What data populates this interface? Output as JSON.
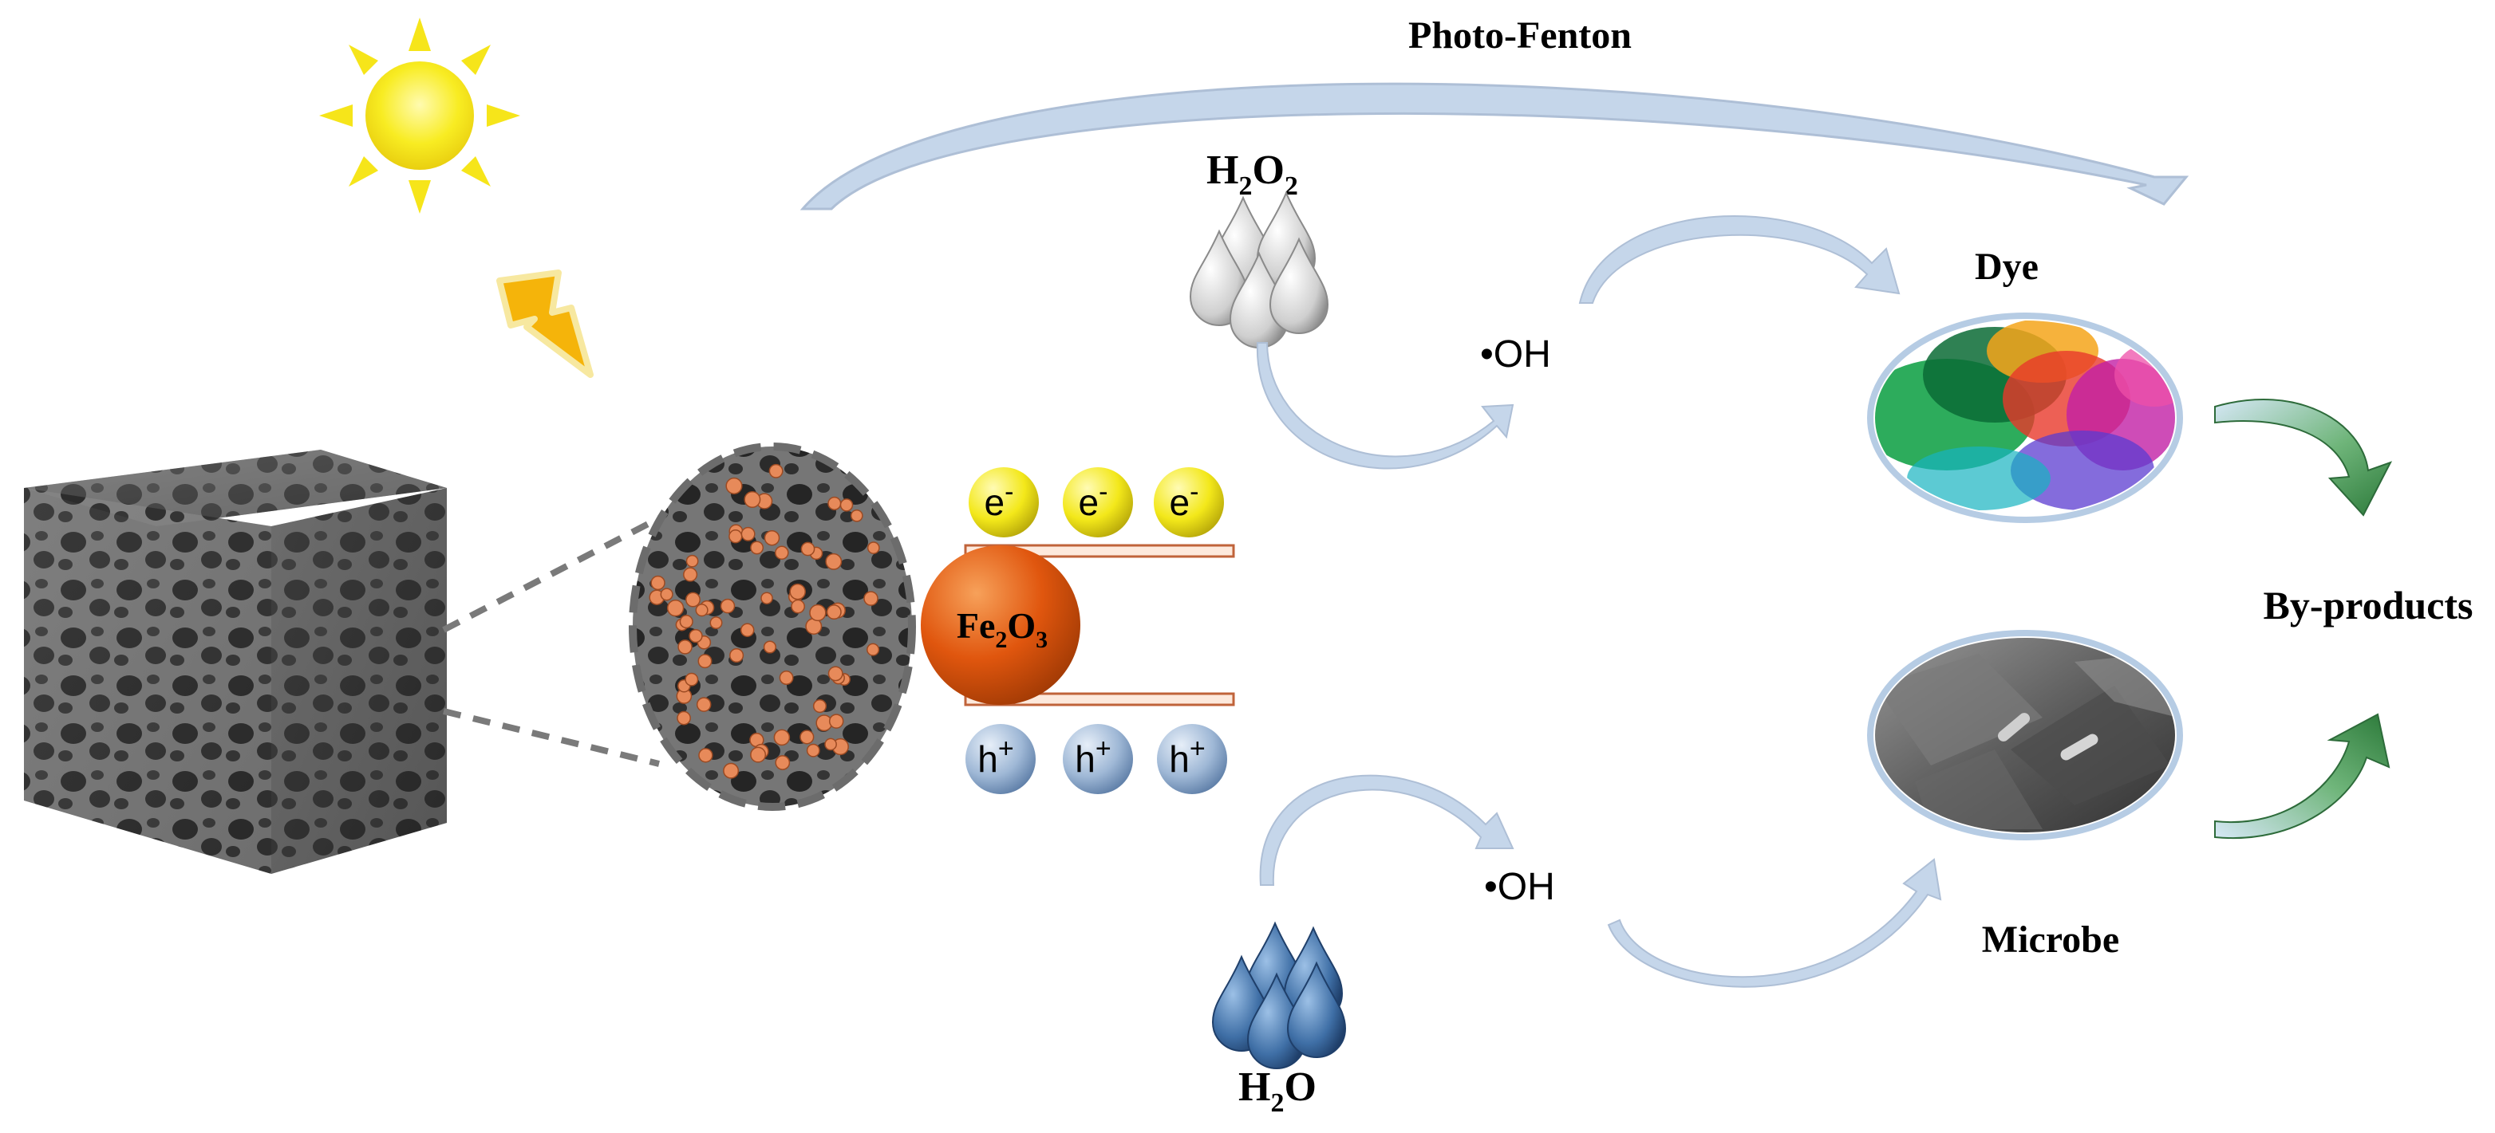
{
  "labels": {
    "photo_fenton": "Photo-Fenton",
    "h2o2_main": "H",
    "h2o2_sub1": "2",
    "h2o2_mid": "O",
    "h2o2_sub2": "2",
    "oh_top": "•OH",
    "oh_bottom": "•OH",
    "dye": "Dye",
    "microbe": "Microbe",
    "byproducts": "By-products",
    "h2o_main": "H",
    "h2o_sub": "2",
    "h2o_end": "O",
    "fe2o3_fe": "Fe",
    "fe2o3_sub1": "2",
    "fe2o3_o": "O",
    "fe2o3_sub2": "3",
    "electron": "e",
    "electron_charge": "-",
    "hole": "h",
    "hole_charge": "+"
  },
  "colors": {
    "arrow_fill": "#c5d6ea",
    "sun": "#f6e51a",
    "fe2o3": "#e0560e",
    "electron": "#f3e81a",
    "hole": "#9fb8d6",
    "water_drop": "#3f6fa6",
    "h2o2_drop": "#d4d4d4",
    "bar_fill": "#fde9dc",
    "bar_stroke": "#c0633a"
  }
}
